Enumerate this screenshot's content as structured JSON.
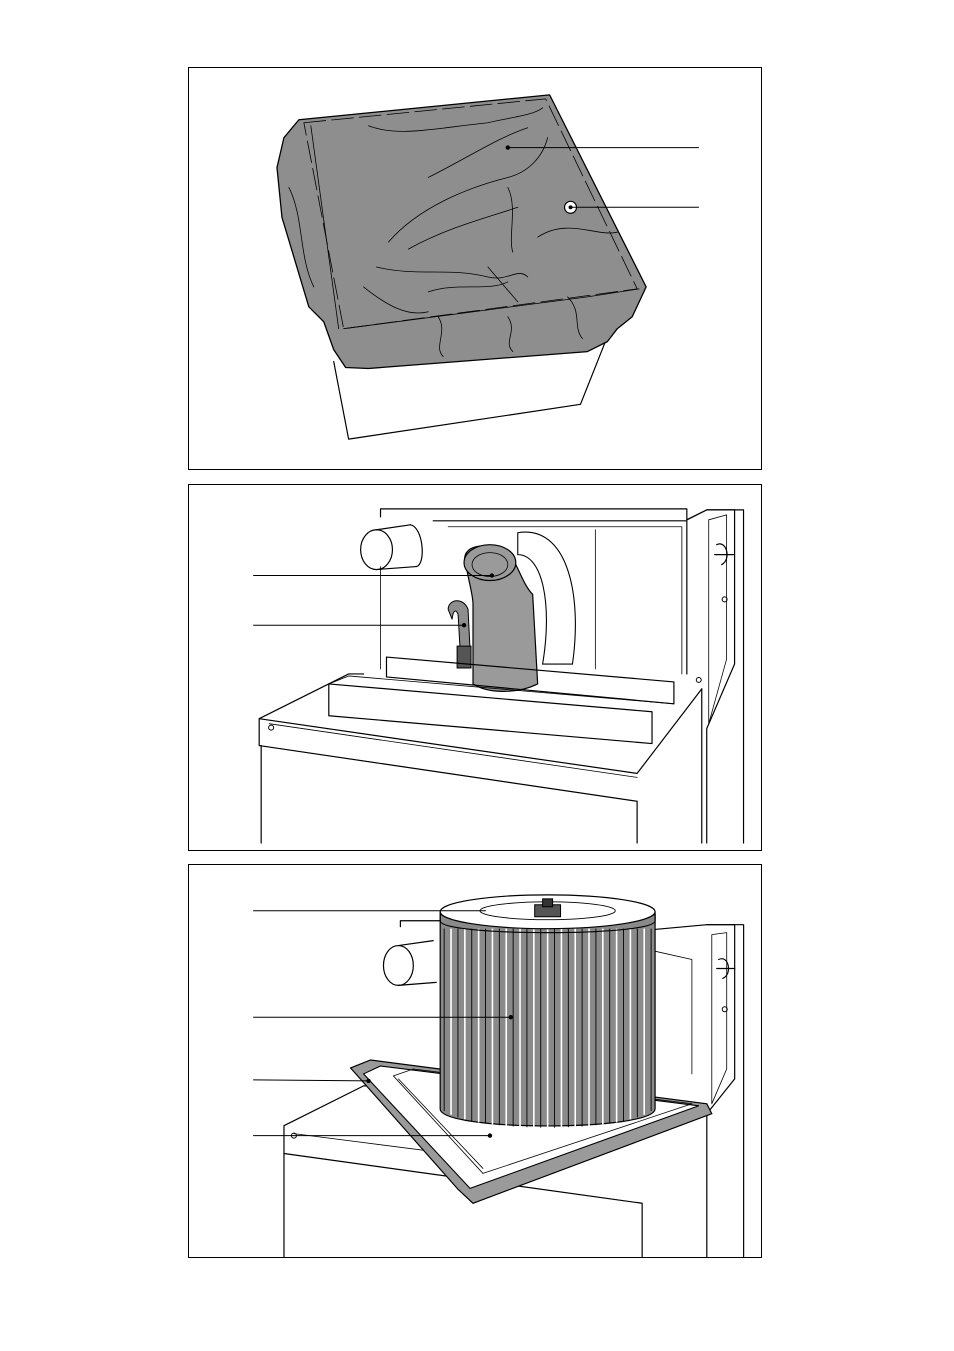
{
  "figure": {
    "panels": [
      {
        "id": "dust-cover",
        "callouts": 2
      },
      {
        "id": "hose-connection",
        "callouts": 2
      },
      {
        "id": "filter-insert",
        "callouts": 4
      }
    ]
  },
  "colors": {
    "line": "#000000",
    "cover_fill": "#8e8e8e",
    "part_fill": "#9a9a9a",
    "background": "#ffffff"
  }
}
